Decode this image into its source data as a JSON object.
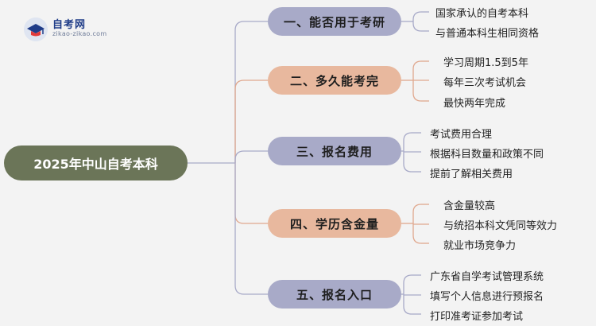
{
  "logo": {
    "title": "自考网",
    "subtitle": "zikao-zikao.com"
  },
  "root": {
    "label": "2025年中山自考本科"
  },
  "branches": [
    {
      "label": "一、能否用于考研",
      "leaves": [
        "国家承认的自考本科",
        "与普通本科生相同资格"
      ]
    },
    {
      "label": "二、多久能考完",
      "leaves": [
        "学习周期1.5到5年",
        "每年三次考试机会",
        "最快两年完成"
      ]
    },
    {
      "label": "三、报名费用",
      "leaves": [
        "考试费用合理",
        "根据科目数量和政策不同",
        "提前了解相关费用"
      ]
    },
    {
      "label": "四、学历含金量",
      "leaves": [
        "含金量较高",
        "与统招本科文凭同等效力",
        "就业市场竞争力"
      ]
    },
    {
      "label": "五、报名入口",
      "leaves": [
        "广东省自学考试管理系统",
        "填写个人信息进行预报名",
        "打印准考证参加考试"
      ]
    }
  ],
  "colors": {
    "background": "#f3f3f3",
    "root": "#6b7558",
    "branch_blue": "#a8aac8",
    "branch_peach": "#e8b89e",
    "line_blue": "#a8aac8",
    "line_peach": "#e0a88e"
  }
}
